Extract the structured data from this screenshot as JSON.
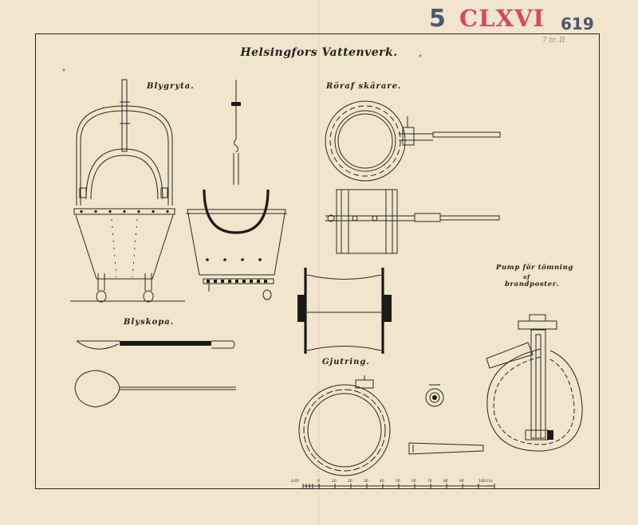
{
  "stamps": {
    "number": "5",
    "roman": "CLXVI",
    "small_number": "619",
    "pencil_note": "7 tr. II"
  },
  "drawing": {
    "title": "Helsingfors Vattenverk.",
    "labels": {
      "blygryta": "Blygryta.",
      "rorafskarare": "Röraf skärare.",
      "blyskopa": "Blyskopa.",
      "gjutring": "Gjutring.",
      "pump_line1": "Pump för tömning",
      "pump_line2": "af",
      "pump_line3": "brandposter."
    },
    "scale_ticks": [
      "0.05",
      "0",
      "10",
      "20",
      "30",
      "40",
      "50",
      "60",
      "70",
      "80",
      "90",
      "100 Cm."
    ]
  },
  "colors": {
    "paper": "#f1e5cd",
    "ink": "#2a2620",
    "stamp_blue": "#4b5670",
    "stamp_red": "#d24a63"
  }
}
